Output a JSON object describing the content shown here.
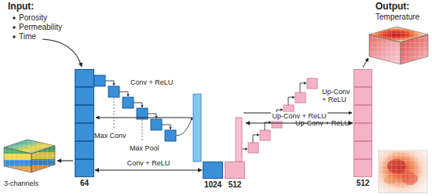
{
  "diagram": {
    "nodes": [
      {
        "text": [
          "64"
        ]
      },
      {
        "text": [
          "1024"
        ]
      },
      {
        "text": [
          "512"
        ]
      },
      {
        "text": [
          "512"
        ]
      }
    ],
    "edges": [
      {
        "from": 0,
        "to": 1,
        "arrow": "both",
        "label": "Conv + ReLU"
      },
      {
        "from": 2,
        "to": 3,
        "arrow": "both",
        "label": "Up-Conv + ReLU"
      }
    ],
    "labels": [
      "Input:",
      "Porosity",
      "Permeability",
      "Time",
      "Conv + ReLU",
      "Max Conv",
      "Max Pool",
      "Up-Conv + ReLU",
      "Up-Conv + ReLU",
      "Output:",
      "Temperature",
      "3-channels"
    ]
  }
}
